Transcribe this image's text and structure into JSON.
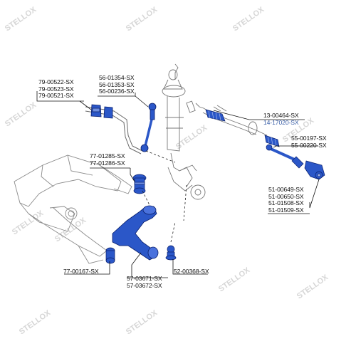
{
  "watermark": "STELLOX",
  "colors": {
    "part_fill": "#2b57c8",
    "part_outline": "#0a1f6b",
    "line": "#111111",
    "highlight_text": "#3a5fa8"
  },
  "groups": [
    {
      "id": "stabilizer-bushing",
      "parts": [
        "79-00522-SX",
        "79-00523-SX",
        "79-00521-SX"
      ]
    },
    {
      "id": "stabilizer-link",
      "parts": [
        "56-01354-SX",
        "56-01353-SX",
        "56-00236-SX"
      ]
    },
    {
      "id": "steering-rack",
      "parts": [
        "13-00464-SX",
        "14-17020-SX"
      ]
    },
    {
      "id": "tie-rod",
      "parts": [
        "55-00197-SX",
        "55-00220-SX"
      ]
    },
    {
      "id": "subframe-mount",
      "parts": [
        "77-01285-SX",
        "77-01286-SX"
      ]
    },
    {
      "id": "tie-rod-end",
      "parts": [
        "51-00649-SX",
        "51-00650-SX",
        "51-01508-SX",
        "51-01509-SX"
      ]
    },
    {
      "id": "control-arm-bushing",
      "parts": [
        "77-00167-SX"
      ]
    },
    {
      "id": "control-arm",
      "parts": [
        "57-03671-SX",
        "57-03672-SX"
      ]
    },
    {
      "id": "ball-joint",
      "parts": [
        "52-00368-SX"
      ]
    }
  ]
}
